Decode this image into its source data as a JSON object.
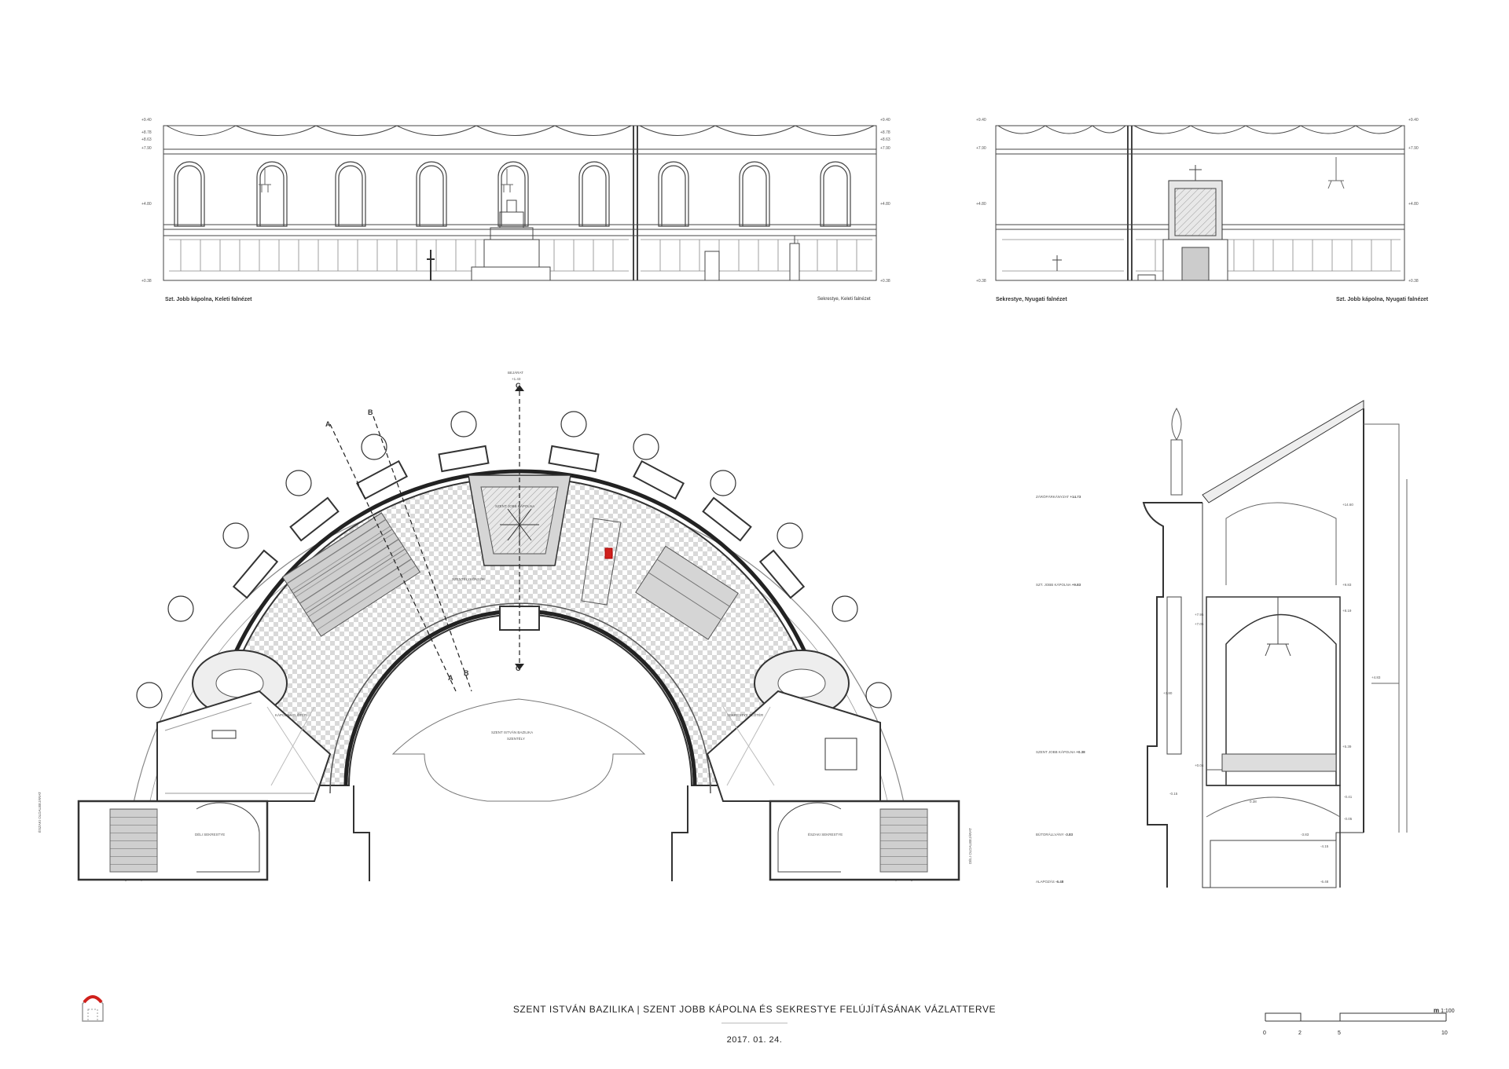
{
  "title": {
    "left": "SZENT ISTVÁN BAZILIKA",
    "separator": "|",
    "right": "SZENT JOBB KÁPOLNA ÉS SEKRESTYE FELÚJÍTÁSÁNAK VÁZLATTERVE"
  },
  "date": "2017. 01. 24.",
  "elevations": {
    "left_caption": "Szt. Jobb kápolna, Keleti falnézet",
    "left_secondary_caption": "Sekrestye, Keleti falnézet",
    "right_caption": "Sekrestye, Nyugati falnézet",
    "right_secondary_caption": "Szt. Jobb kápolna, Nyugati falnézet",
    "levels": [
      "+9.40",
      "+8.78",
      "+8.63",
      "+7.90",
      "+4.80",
      "+0.38"
    ]
  },
  "plan": {
    "section_marks": [
      "A",
      "B",
      "C",
      "A",
      "B",
      "C"
    ],
    "bejarat": "BEJÁRAT",
    "bejarat_level": "+1.43",
    "center_label": "SZENT ISTVÁN BAZILIKA",
    "center_sublabel": "SZENTÉLY",
    "altar_label": "SZENT JOBB KÁPOLNA",
    "main_label": "SZENTÉLYKÖNYÖK",
    "left_side_label": "DÉLI OLDALBEJÁRAT",
    "right_side_label": "ÉSZAKI OLDALBEJÁRAT",
    "room_left": "KÁPOLNA ELŐTÉR",
    "room_right": "SEKRESTYE ELŐTÉR",
    "room_stair_left": "DÉLI SEKRESTYE",
    "room_stair_right": "ÉSZAKI SEKRESTYE"
  },
  "section": {
    "levels": [
      {
        "label": "ZÁRÓPÁRKÁNYZAT",
        "value": "+14.73"
      },
      {
        "label": "SZT. JOBB KÁPOLNA",
        "value": "+9.83"
      },
      {
        "label": "SZENT JOBB KÁPOLNA",
        "value": "+0.38"
      },
      {
        "label": "BÚTORÁLLVÁNY",
        "value": "-3.83"
      },
      {
        "label": "ALAPOZÁS",
        "value": "-6.48"
      }
    ],
    "dims": [
      "+14.60",
      "+9.83",
      "+7.95",
      "+7.05",
      "+8.19",
      "+5.39",
      "+4.83",
      "+3.80",
      "+0.04",
      "-0.15",
      "0.38",
      "-0.41",
      "-3.83",
      "-4.15",
      "-6.48",
      "-0.05"
    ]
  },
  "scale": {
    "unit": "m",
    "ratio": "1:100",
    "ticks": [
      "0",
      "2",
      "5",
      "10"
    ]
  },
  "colors": {
    "line": "#333333",
    "hatch": "#bdbdbd",
    "accent": "#d0201c"
  }
}
